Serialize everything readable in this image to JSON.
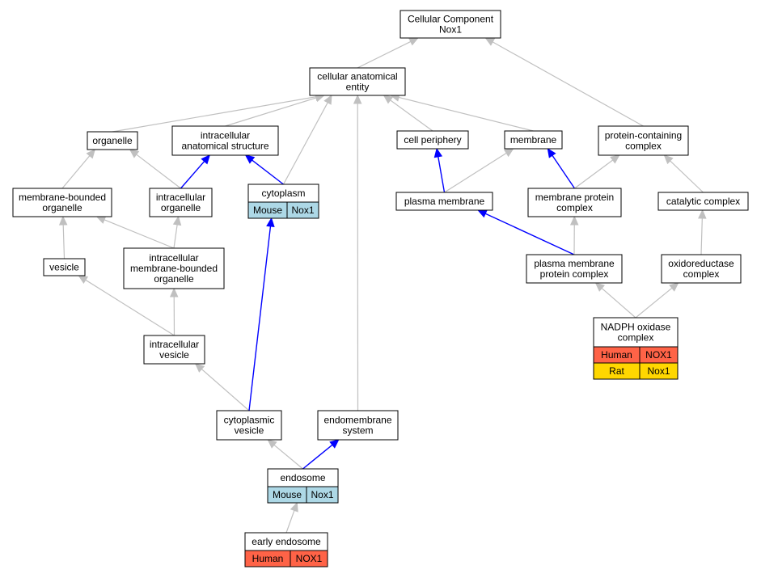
{
  "colors": {
    "is_a_edge": "#c0c0c0",
    "part_of_edge": "#0000ff",
    "mouse": "#add8e6",
    "human": "#ff6347",
    "rat": "#ffd700",
    "node_border": "#000000",
    "node_fill": "#ffffff"
  },
  "nodes": [
    {
      "id": "cellular_component",
      "lines": [
        "Cellular Component",
        "Nox1"
      ]
    },
    {
      "id": "cellular_anatomical_entity",
      "lines": [
        "cellular anatomical",
        "entity"
      ]
    },
    {
      "id": "organelle",
      "lines": [
        "organelle"
      ]
    },
    {
      "id": "intracellular_anatomical_structure",
      "lines": [
        "intracellular",
        "anatomical structure"
      ]
    },
    {
      "id": "cytoplasm",
      "lines": [
        "cytoplasm"
      ],
      "annotations": [
        {
          "species": "Mouse",
          "gene": "Nox1",
          "color_key": "mouse"
        }
      ]
    },
    {
      "id": "cell_periphery",
      "lines": [
        "cell periphery"
      ]
    },
    {
      "id": "membrane",
      "lines": [
        "membrane"
      ]
    },
    {
      "id": "protein_containing_complex",
      "lines": [
        "protein-containing",
        "complex"
      ]
    },
    {
      "id": "membrane_bounded_organelle",
      "lines": [
        "membrane-bounded",
        "organelle"
      ]
    },
    {
      "id": "intracellular_organelle",
      "lines": [
        "intracellular",
        "organelle"
      ]
    },
    {
      "id": "plasma_membrane",
      "lines": [
        "plasma membrane"
      ]
    },
    {
      "id": "membrane_protein_complex",
      "lines": [
        "membrane protein",
        "complex"
      ]
    },
    {
      "id": "catalytic_complex",
      "lines": [
        "catalytic complex"
      ]
    },
    {
      "id": "vesicle",
      "lines": [
        "vesicle"
      ]
    },
    {
      "id": "intracellular_membrane_bounded_organelle",
      "lines": [
        "intracellular",
        "membrane-bounded",
        "organelle"
      ]
    },
    {
      "id": "plasma_membrane_protein_complex",
      "lines": [
        "plasma membrane",
        "protein complex"
      ]
    },
    {
      "id": "oxidoreductase_complex",
      "lines": [
        "oxidoreductase",
        "complex"
      ]
    },
    {
      "id": "nadph_oxidase_complex",
      "lines": [
        "NADPH oxidase",
        "complex"
      ],
      "annotations": [
        {
          "species": "Human",
          "gene": "NOX1",
          "color_key": "human"
        },
        {
          "species": "Rat",
          "gene": "Nox1",
          "color_key": "rat"
        }
      ]
    },
    {
      "id": "intracellular_vesicle",
      "lines": [
        "intracellular",
        "vesicle"
      ]
    },
    {
      "id": "cytoplasmic_vesicle",
      "lines": [
        "cytoplasmic",
        "vesicle"
      ]
    },
    {
      "id": "endomembrane_system",
      "lines": [
        "endomembrane",
        "system"
      ]
    },
    {
      "id": "endosome",
      "lines": [
        "endosome"
      ],
      "annotations": [
        {
          "species": "Mouse",
          "gene": "Nox1",
          "color_key": "mouse"
        }
      ]
    },
    {
      "id": "early_endosome",
      "lines": [
        "early endosome"
      ],
      "annotations": [
        {
          "species": "Human",
          "gene": "NOX1",
          "color_key": "human"
        }
      ]
    }
  ],
  "edges": [
    {
      "from": "cellular_anatomical_entity",
      "to": "cellular_component",
      "relation": "is_a"
    },
    {
      "from": "protein_containing_complex",
      "to": "cellular_component",
      "relation": "is_a"
    },
    {
      "from": "organelle",
      "to": "cellular_anatomical_entity",
      "relation": "is_a"
    },
    {
      "from": "intracellular_anatomical_structure",
      "to": "cellular_anatomical_entity",
      "relation": "is_a"
    },
    {
      "from": "cytoplasm",
      "to": "cellular_anatomical_entity",
      "relation": "is_a"
    },
    {
      "from": "endomembrane_system",
      "to": "cellular_anatomical_entity",
      "relation": "is_a"
    },
    {
      "from": "cell_periphery",
      "to": "cellular_anatomical_entity",
      "relation": "is_a"
    },
    {
      "from": "membrane",
      "to": "cellular_anatomical_entity",
      "relation": "is_a"
    },
    {
      "from": "membrane_bounded_organelle",
      "to": "organelle",
      "relation": "is_a"
    },
    {
      "from": "intracellular_organelle",
      "to": "organelle",
      "relation": "is_a"
    },
    {
      "from": "intracellular_organelle",
      "to": "intracellular_anatomical_structure",
      "relation": "part_of"
    },
    {
      "from": "cytoplasm",
      "to": "intracellular_anatomical_structure",
      "relation": "part_of"
    },
    {
      "from": "plasma_membrane",
      "to": "cell_periphery",
      "relation": "part_of"
    },
    {
      "from": "plasma_membrane",
      "to": "membrane",
      "relation": "is_a"
    },
    {
      "from": "membrane_protein_complex",
      "to": "membrane",
      "relation": "part_of"
    },
    {
      "from": "membrane_protein_complex",
      "to": "protein_containing_complex",
      "relation": "is_a"
    },
    {
      "from": "catalytic_complex",
      "to": "protein_containing_complex",
      "relation": "is_a"
    },
    {
      "from": "vesicle",
      "to": "membrane_bounded_organelle",
      "relation": "is_a"
    },
    {
      "from": "intracellular_membrane_bounded_organelle",
      "to": "membrane_bounded_organelle",
      "relation": "is_a"
    },
    {
      "from": "intracellular_membrane_bounded_organelle",
      "to": "intracellular_organelle",
      "relation": "is_a"
    },
    {
      "from": "plasma_membrane_protein_complex",
      "to": "plasma_membrane",
      "relation": "part_of"
    },
    {
      "from": "plasma_membrane_protein_complex",
      "to": "membrane_protein_complex",
      "relation": "is_a"
    },
    {
      "from": "oxidoreductase_complex",
      "to": "catalytic_complex",
      "relation": "is_a"
    },
    {
      "from": "nadph_oxidase_complex",
      "to": "plasma_membrane_protein_complex",
      "relation": "is_a"
    },
    {
      "from": "nadph_oxidase_complex",
      "to": "oxidoreductase_complex",
      "relation": "is_a"
    },
    {
      "from": "intracellular_vesicle",
      "to": "vesicle",
      "relation": "is_a"
    },
    {
      "from": "intracellular_vesicle",
      "to": "intracellular_membrane_bounded_organelle",
      "relation": "is_a"
    },
    {
      "from": "cytoplasmic_vesicle",
      "to": "intracellular_vesicle",
      "relation": "is_a"
    },
    {
      "from": "cytoplasmic_vesicle",
      "to": "cytoplasm",
      "relation": "part_of"
    },
    {
      "from": "endosome",
      "to": "cytoplasmic_vesicle",
      "relation": "is_a"
    },
    {
      "from": "endosome",
      "to": "endomembrane_system",
      "relation": "part_of"
    },
    {
      "from": "early_endosome",
      "to": "endosome",
      "relation": "is_a"
    }
  ]
}
